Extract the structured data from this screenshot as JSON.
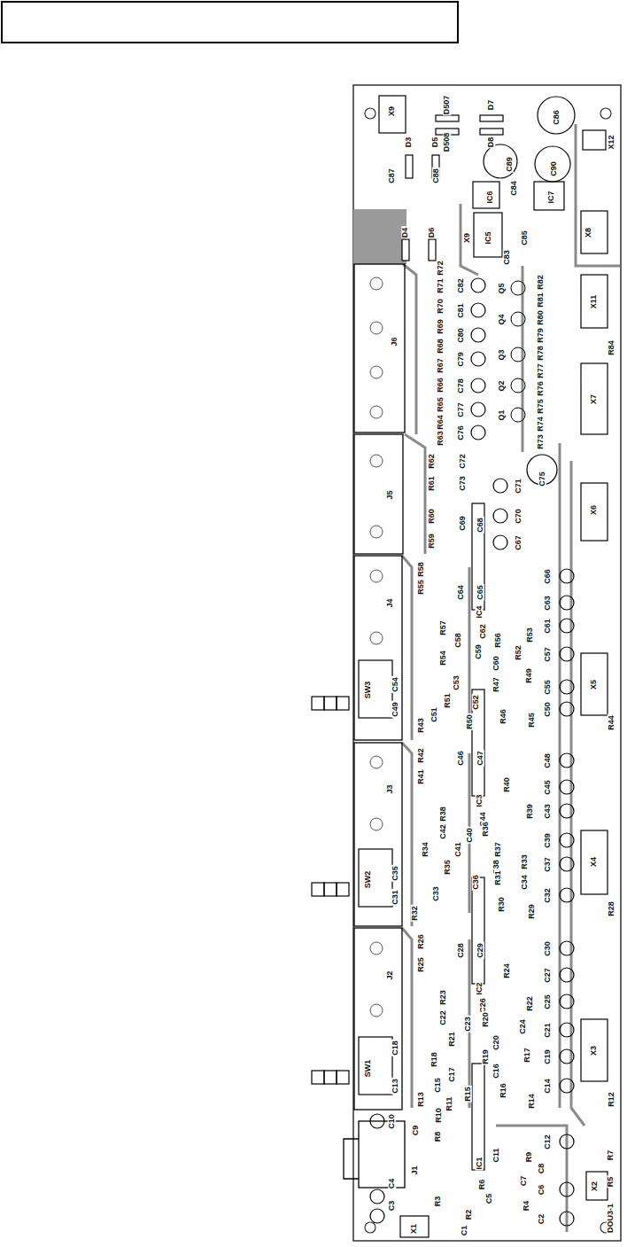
{
  "diagram": {
    "labels": [
      "D507",
      "D508",
      "D7",
      "D8",
      "C86",
      "X9",
      "D3",
      "D5",
      "C87",
      "C88",
      "C89",
      "C90",
      "IC6",
      "C84",
      "IC7",
      "X12",
      "X9",
      "IC5",
      "C83",
      "C85",
      "X8",
      "D4",
      "D6",
      "J6",
      "R72",
      "R71",
      "R70",
      "R69",
      "R68",
      "R67",
      "R66",
      "R65",
      "R64",
      "R63",
      "C82",
      "C81",
      "C80",
      "C79",
      "C78",
      "C77",
      "C76",
      "Q5",
      "Q4",
      "Q3",
      "Q2",
      "Q1",
      "R82",
      "R81",
      "R80",
      "R79",
      "R78",
      "R77",
      "R76",
      "R75",
      "R74",
      "R73",
      "X11",
      "R84",
      "X7",
      "C75",
      "J5",
      "R62",
      "R61",
      "C72",
      "C73",
      "C71",
      "R60",
      "R59",
      "C69",
      "C68",
      "C70",
      "C67",
      "X6",
      "J4",
      "R58",
      "R55",
      "C64",
      "C65",
      "IC4",
      "C62",
      "C66",
      "C63",
      "C61",
      "R57",
      "C58",
      "C59",
      "R56",
      "R53",
      "C60",
      "R52",
      "C57",
      "R54",
      "C53",
      "C54",
      "SW3",
      "R51",
      "C52",
      "R47",
      "R49",
      "C55",
      "C51",
      "C49",
      "R50",
      "R46",
      "R45",
      "C50",
      "X5",
      "R43",
      "R44",
      "J3",
      "R42",
      "R41",
      "C46",
      "C47",
      "IC3",
      "C44",
      "R40",
      "C48",
      "C45",
      "C43",
      "R39",
      "R38",
      "C42",
      "C40",
      "R36",
      "C41",
      "R37",
      "C38",
      "C39",
      "R33",
      "R35",
      "R34",
      "C35",
      "SW2",
      "C36",
      "R31",
      "C34",
      "C37",
      "C33",
      "C31",
      "R32",
      "R30",
      "R29",
      "C32",
      "X4",
      "R28",
      "J2",
      "R26",
      "R25",
      "C28",
      "C29",
      "IC2",
      "C26",
      "R24",
      "C30",
      "C27",
      "C25",
      "R23",
      "R22",
      "C22",
      "C23",
      "R20",
      "C20",
      "C24",
      "C21",
      "R21",
      "R19",
      "R17",
      "C19",
      "C18",
      "SW1",
      "R18",
      "C16",
      "C17",
      "C15",
      "C13",
      "R15",
      "R16",
      "C14",
      "X3",
      "R13",
      "R14",
      "R12",
      "C10",
      "C9",
      "R10",
      "R11",
      "R8",
      "J1",
      "IC1",
      "C11",
      "R9",
      "C12",
      "R6",
      "C8",
      "C7",
      "C6",
      "R7",
      "X2",
      "C5",
      "R4",
      "R5",
      "C4",
      "C3",
      "R3",
      "R2",
      "C1",
      "C2",
      "X1",
      "DOU3-1"
    ]
  }
}
